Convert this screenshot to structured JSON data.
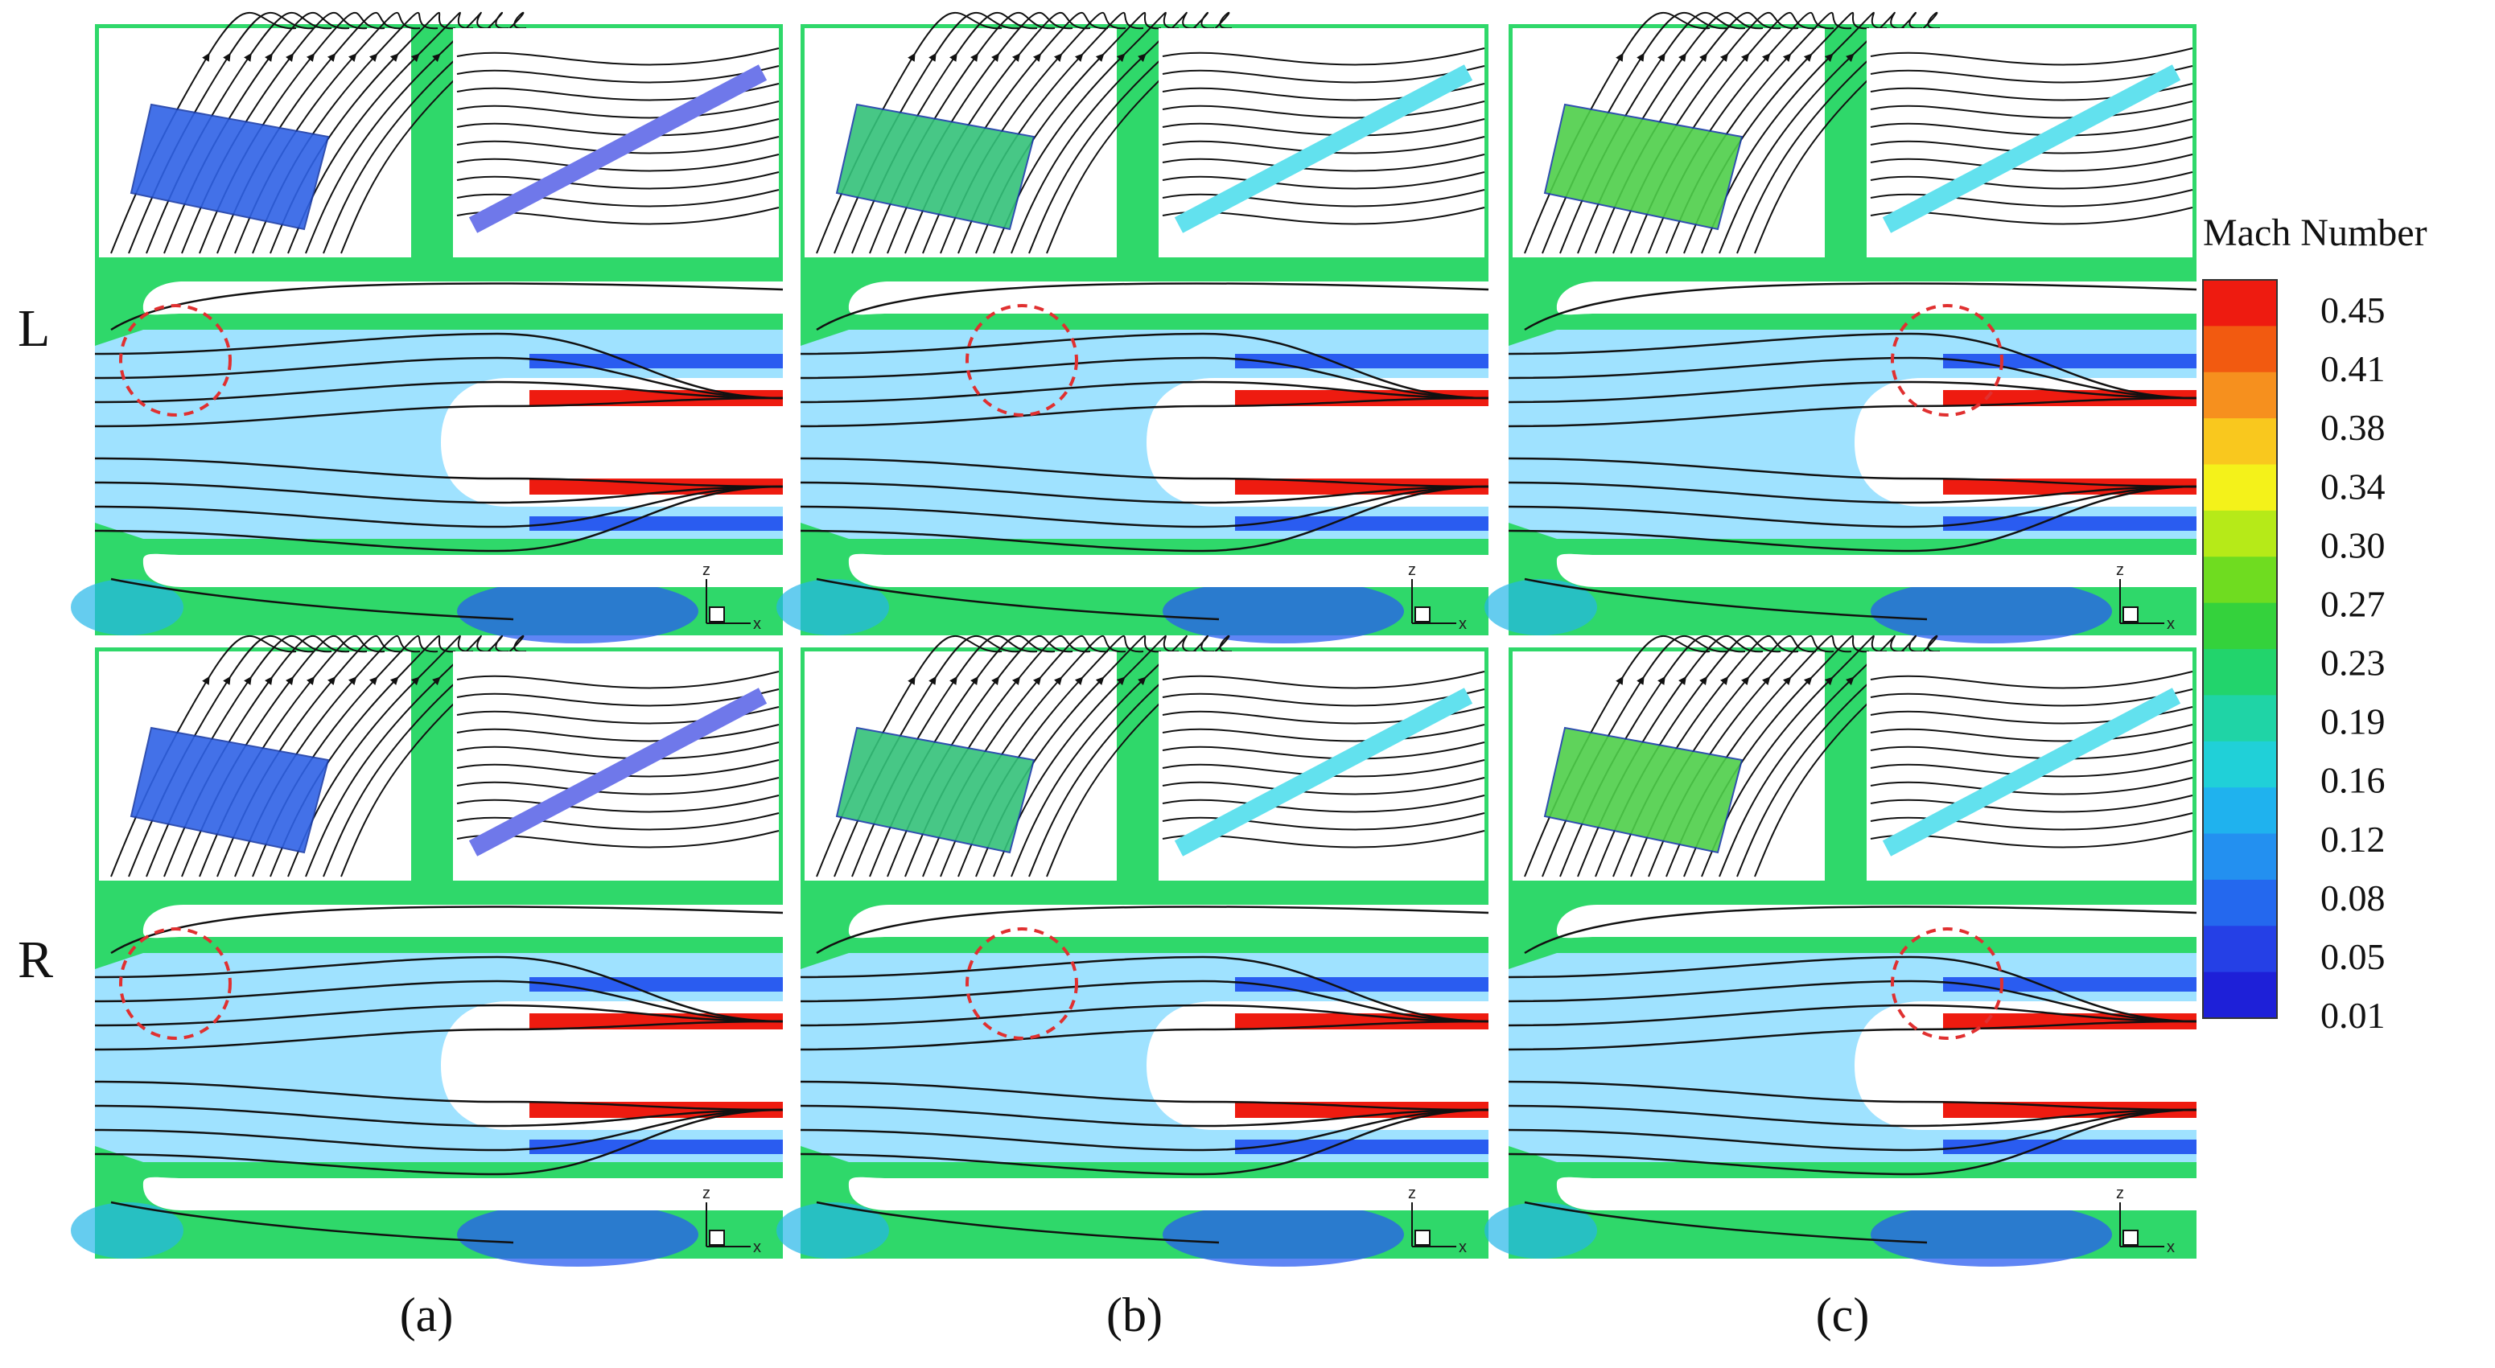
{
  "figure": {
    "rows": [
      {
        "label": "L"
      },
      {
        "label": "R"
      }
    ],
    "columns": [
      {
        "label": "(a)",
        "plate_color": "#2f62e6",
        "strip_color": "#6f78ea"
      },
      {
        "label": "(b)",
        "plate_color": "#34c27a",
        "strip_color": "#62e1ee"
      },
      {
        "label": "(c)",
        "plate_color": "#4ecf4a",
        "strip_color": "#62e1ee"
      }
    ],
    "axis_labels": {
      "vertical": "z",
      "horizontal": "x"
    },
    "colorbar": {
      "title": "Mach Number",
      "labels": [
        "0.45",
        "0.41",
        "0.38",
        "0.34",
        "0.30",
        "0.27",
        "0.23",
        "0.19",
        "0.16",
        "0.12",
        "0.08",
        "0.05",
        "0.01"
      ],
      "colors": [
        "#ee1b10",
        "#f25a10",
        "#f6901e",
        "#f9c81e",
        "#f4f21a",
        "#b6ea18",
        "#6fdc20",
        "#34d23c",
        "#22d46c",
        "#1fd4a6",
        "#20d0d8",
        "#1fb2ee",
        "#2390f0",
        "#2468ee",
        "#2540e6",
        "#1e20d8"
      ]
    },
    "colors": {
      "background_field": "#2fd86a",
      "flow_core": "#9fe2ff",
      "jet_hot": "#ee1b10",
      "jet_cool": "#2a5cf0",
      "streamline": "#111111",
      "annotation_circle": "#e03030"
    }
  }
}
